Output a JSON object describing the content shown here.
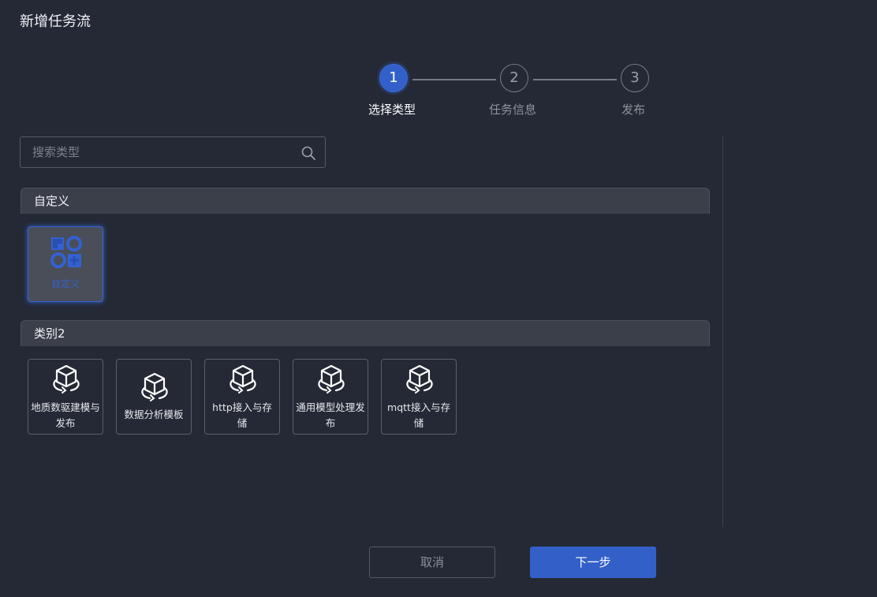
{
  "dialog": {
    "title": "新增任务流"
  },
  "stepper": {
    "steps": [
      {
        "number": "1",
        "label": "选择类型"
      },
      {
        "number": "2",
        "label": "任务信息"
      },
      {
        "number": "3",
        "label": "发布"
      }
    ]
  },
  "search": {
    "placeholder": "搜索类型",
    "value": ""
  },
  "sections": [
    {
      "title": "自定义",
      "items": [
        {
          "label": "自定义",
          "icon": "custom-grid-icon"
        }
      ]
    },
    {
      "title": "类别2",
      "items": [
        {
          "label": "地质数驱建模与发布",
          "icon": "cube-icon"
        },
        {
          "label": "数据分析模板",
          "icon": "cube-icon"
        },
        {
          "label": "http接入与存储",
          "icon": "cube-icon"
        },
        {
          "label": "通用模型处理发布",
          "icon": "cube-icon"
        },
        {
          "label": "mqtt接入与存储",
          "icon": "cube-icon"
        }
      ]
    }
  ],
  "footer": {
    "cancel_label": "取消",
    "next_label": "下一步"
  },
  "colors": {
    "accent": "#3360c8",
    "background": "#242935",
    "section_header": "#3b3f4a"
  }
}
